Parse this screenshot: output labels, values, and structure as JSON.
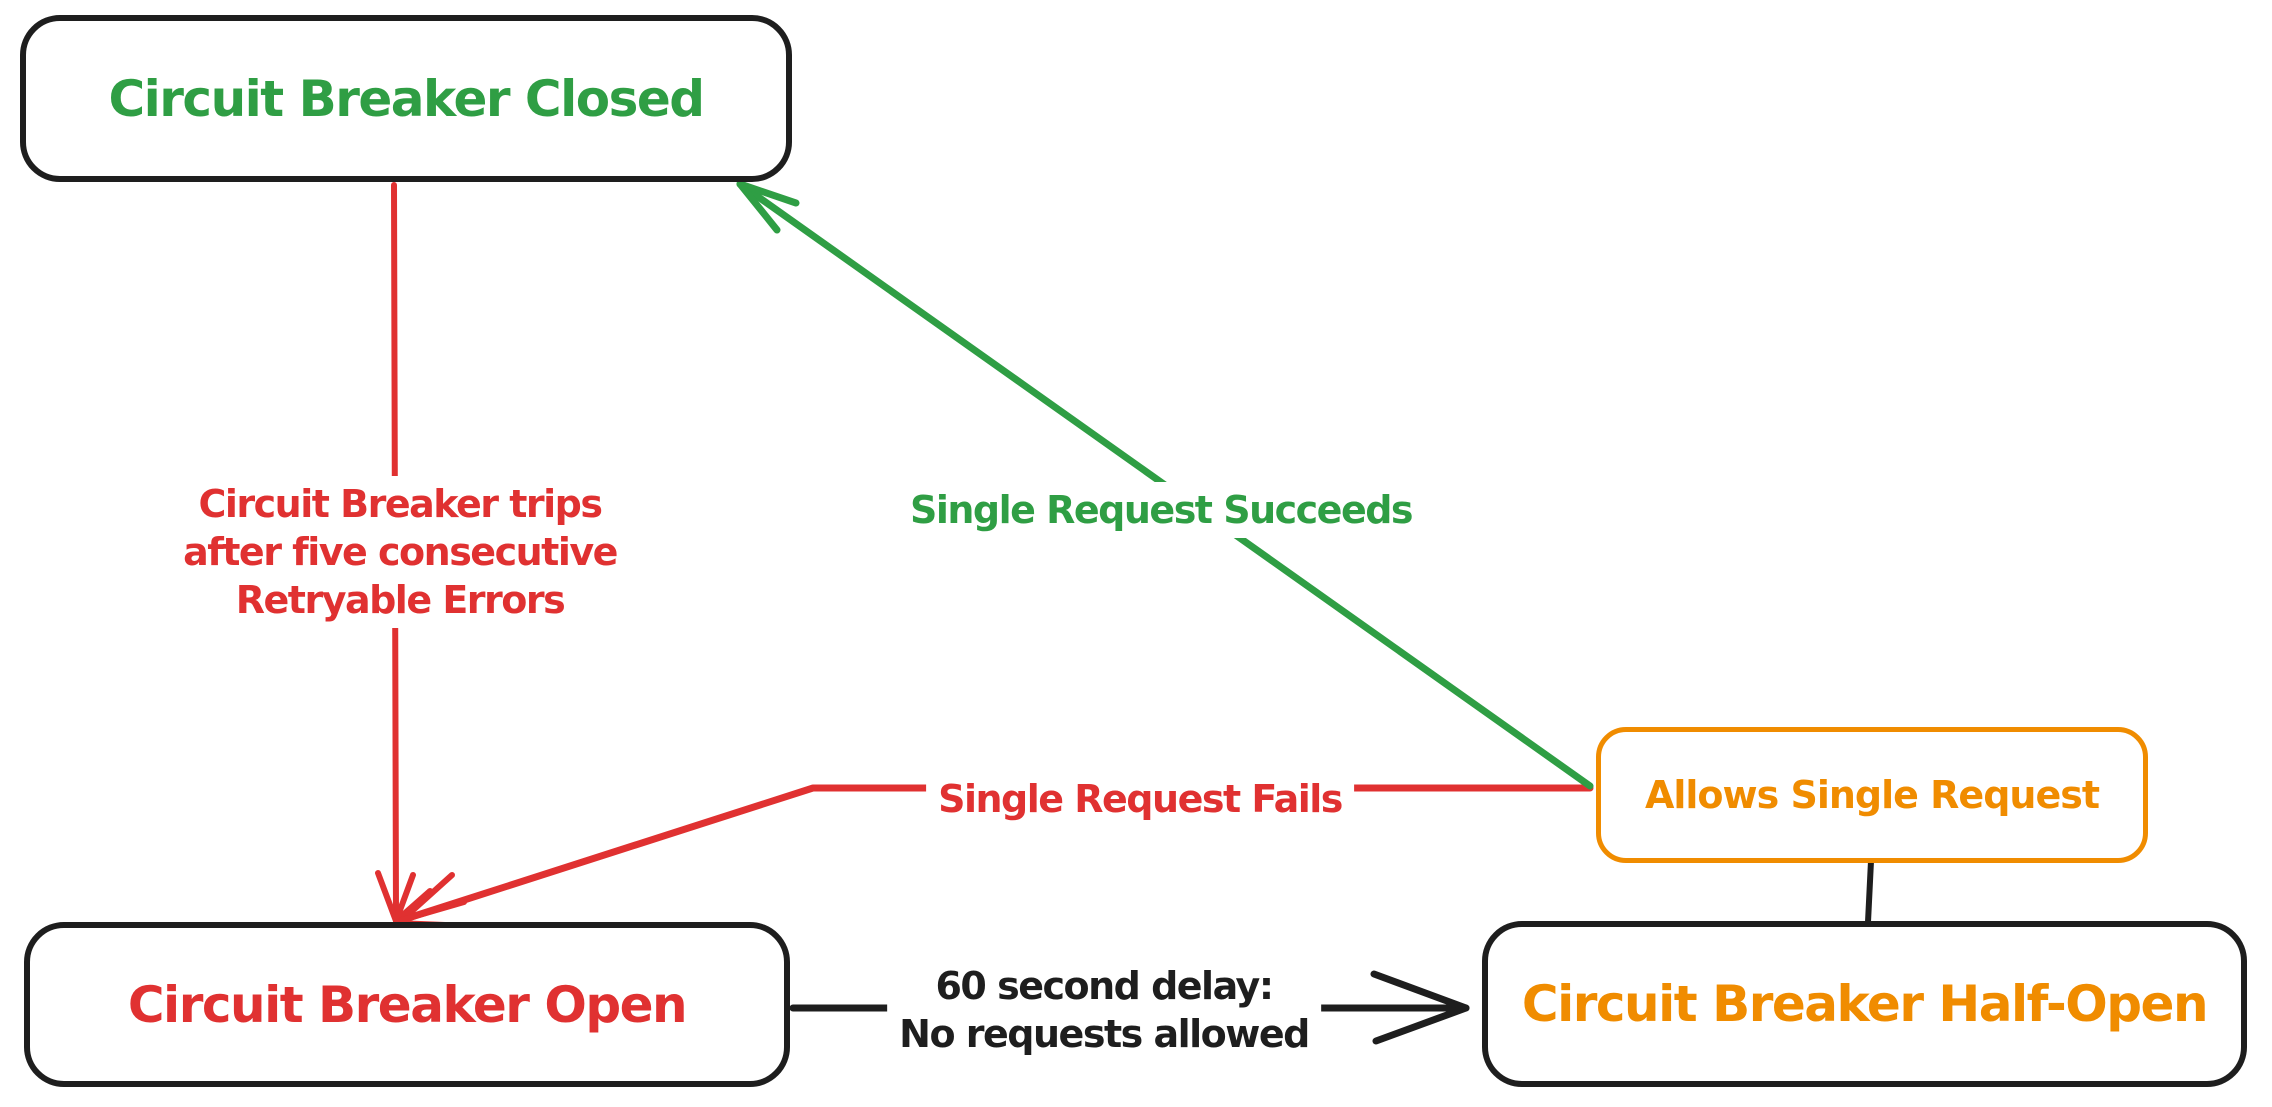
{
  "diagram_title": "Circuit Breaker state diagram",
  "colors": {
    "green": "#2f9e44",
    "red": "#e03131",
    "orange": "#f08c00",
    "ink": "#1e1e1e",
    "background": "#ffffff"
  },
  "nodes": {
    "closed": {
      "label": "Circuit Breaker Closed",
      "text_color": "#2f9e44",
      "border_color": "#1e1e1e"
    },
    "open": {
      "label": "Circuit Breaker Open",
      "text_color": "#e03131",
      "border_color": "#1e1e1e"
    },
    "half_open": {
      "label": "Circuit Breaker Half-Open",
      "text_color": "#f08c00",
      "border_color": "#1e1e1e"
    },
    "allows": {
      "label": "Allows Single Request",
      "text_color": "#f08c00",
      "border_color": "#f08c00"
    }
  },
  "edges": {
    "trip": {
      "from": "closed",
      "to": "open",
      "color": "#e03131",
      "lines": [
        "Circuit Breaker trips",
        "after five consecutive",
        "Retryable Errors"
      ]
    },
    "succeeds": {
      "from": "allows",
      "to": "closed",
      "color": "#2f9e44",
      "label": "Single Request Succeeds"
    },
    "fails": {
      "from": "allows",
      "to": "open",
      "color": "#e03131",
      "label": "Single Request Fails"
    },
    "delay": {
      "from": "open",
      "to": "half_open",
      "color": "#1e1e1e",
      "lines": [
        "60 second delay:",
        "No requests allowed"
      ]
    },
    "connector": {
      "from": "half_open",
      "to": "allows",
      "color": "#1e1e1e",
      "label": ""
    }
  }
}
